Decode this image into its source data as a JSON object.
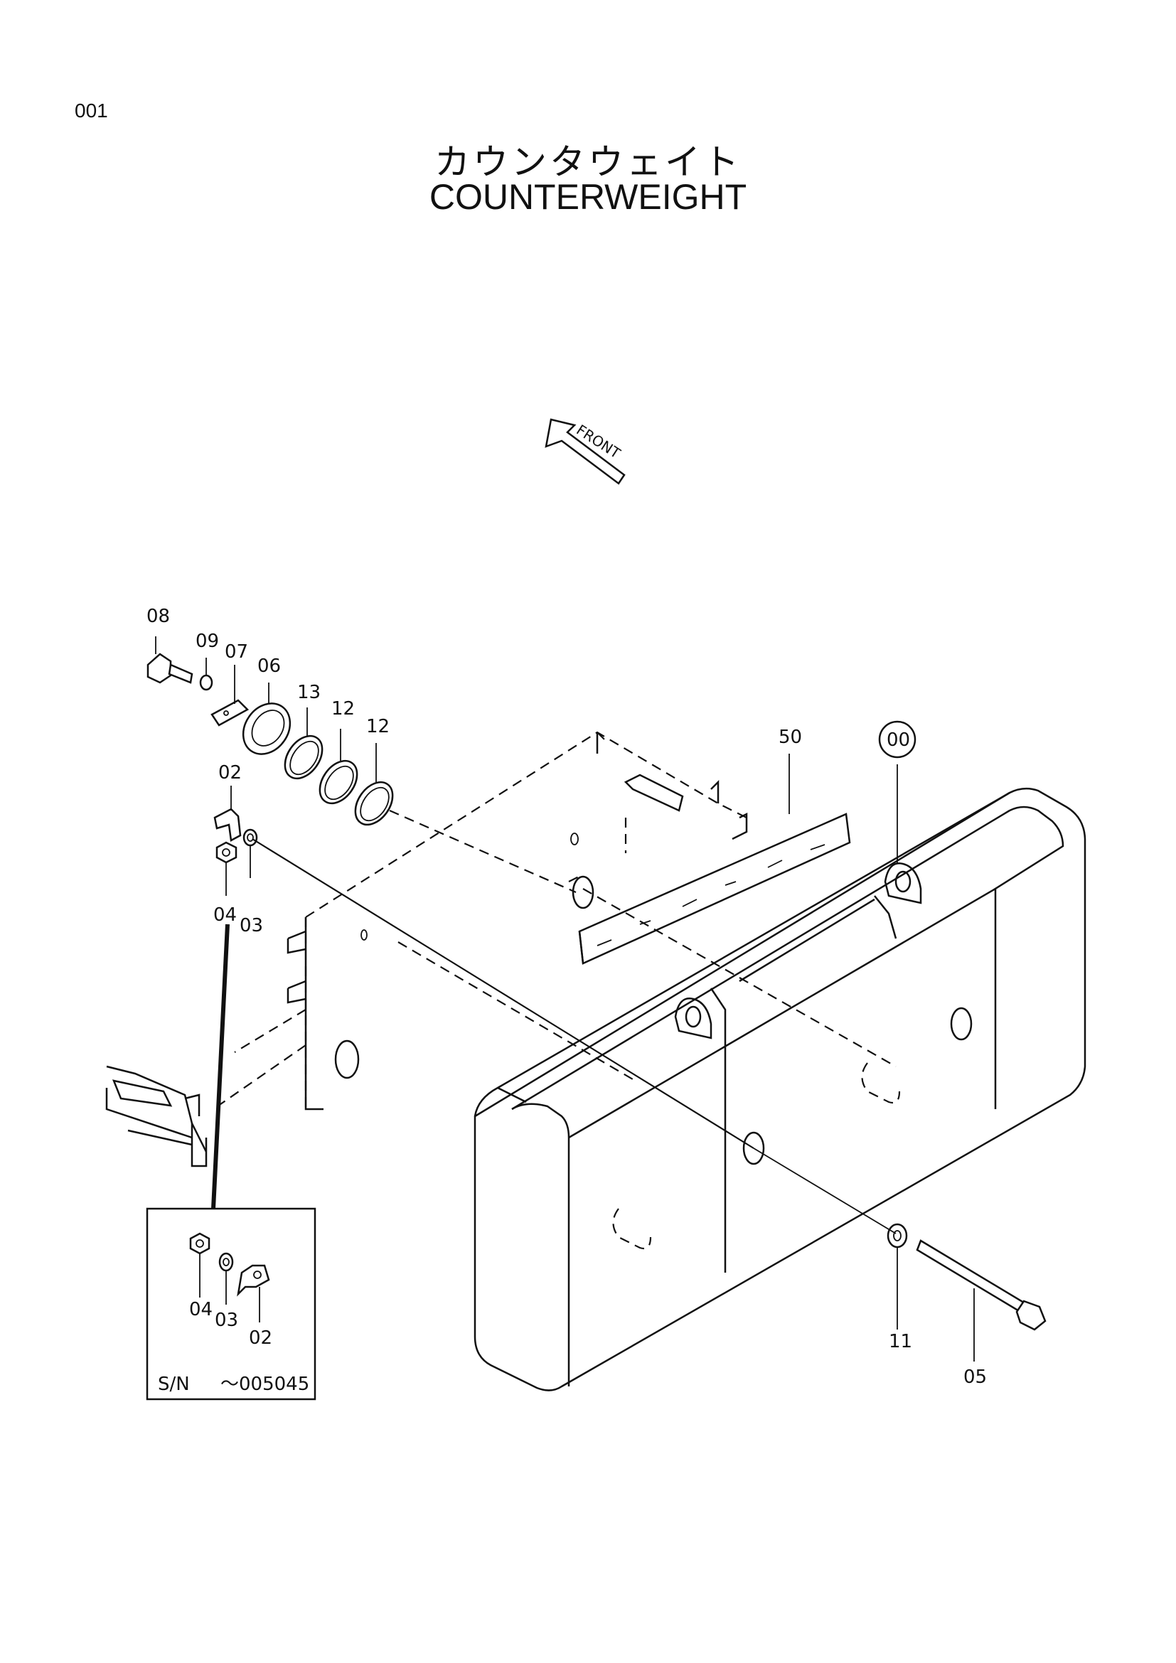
{
  "page_number": "001",
  "title": {
    "japanese": "カウンタウェイト",
    "english": "COUNTERWEIGHT"
  },
  "front_arrow_label": "FRONT",
  "part_labels": {
    "p08": "08",
    "p09": "09",
    "p07": "07",
    "p06": "06",
    "p13": "13",
    "p12a": "12",
    "p12b": "12",
    "p02": "02",
    "p04": "04",
    "p03": "03",
    "p50": "50",
    "p00": "00",
    "p11": "11",
    "p05": "05"
  },
  "inset": {
    "labels": {
      "p04": "04",
      "p03": "03",
      "p02": "02"
    },
    "serial_prefix": "S/N",
    "serial_range": "～005045"
  }
}
